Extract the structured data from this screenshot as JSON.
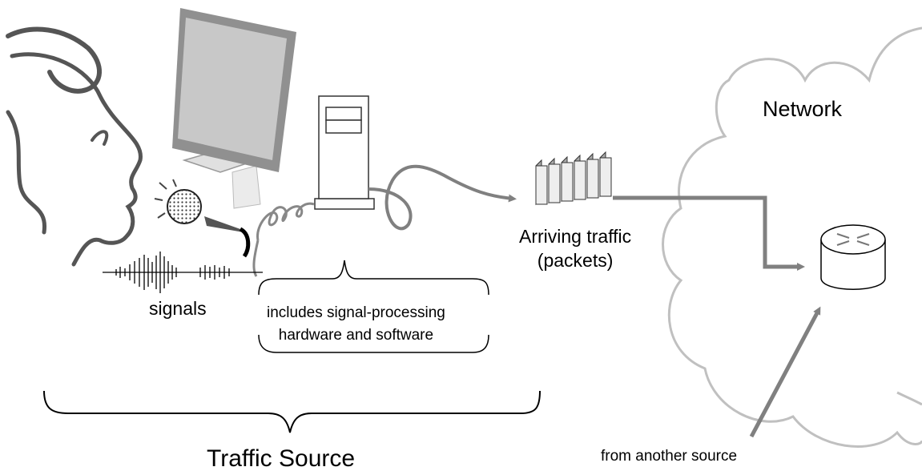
{
  "labels": {
    "network": "Network",
    "arriving_line1": "Arriving traffic",
    "arriving_line2": "(packets)",
    "signals": "signals",
    "includes_line1": "includes signal-processing",
    "includes_line2": "hardware and software",
    "traffic_source": "Traffic Source",
    "from_another_source": "from another source"
  },
  "icons": [
    "person-face-outline-icon",
    "monitor-icon",
    "computer-tower-icon",
    "microphone-icon",
    "waveform-icon",
    "packets-icon",
    "router-icon",
    "cloud-icon"
  ],
  "colors": {
    "arrow": "#808080",
    "cloud_outline": "#c0c0c0",
    "monitor_screen": "#c8c8c8",
    "monitor_frame": "#909090",
    "ink": "#000000"
  }
}
